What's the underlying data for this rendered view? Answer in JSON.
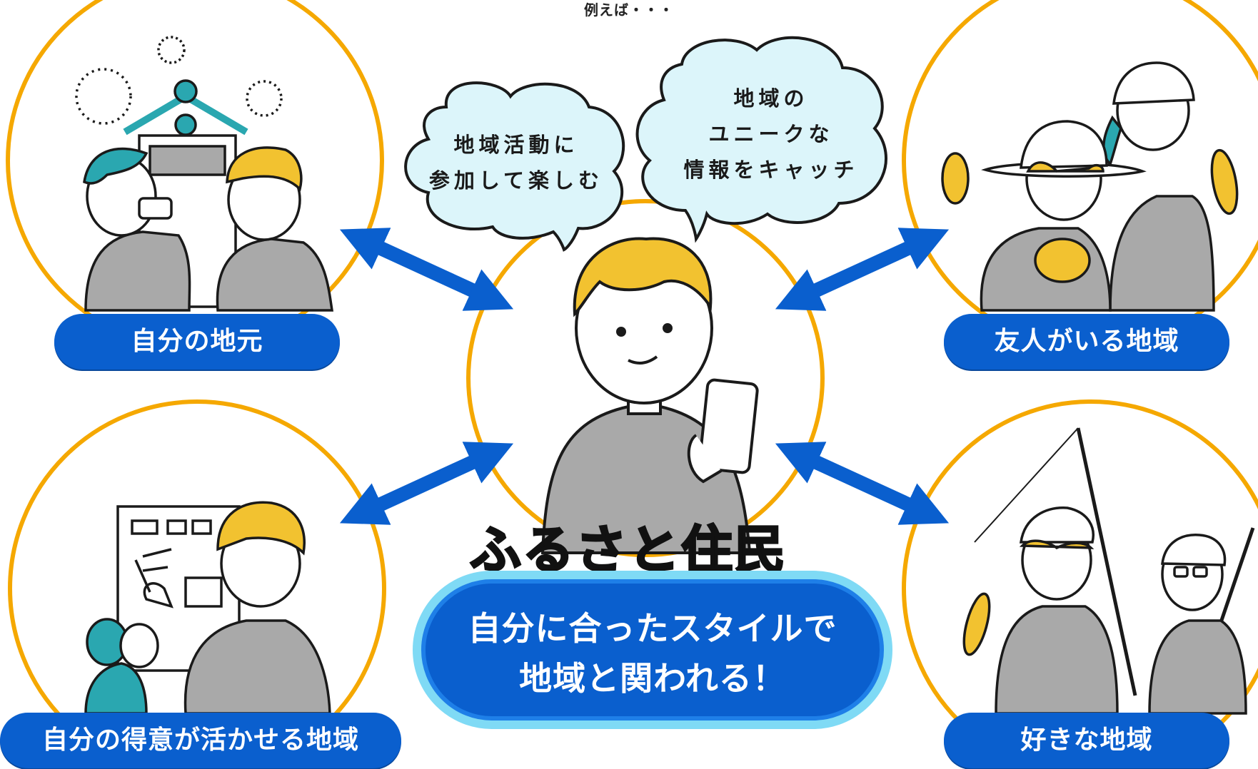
{
  "caption": "例えば・・・",
  "bubbles": {
    "left": {
      "line1": "地域活動に",
      "line2": "参加して楽しむ"
    },
    "right": {
      "line1": "地域の",
      "line2": "ユニークな",
      "line3": "情報をキャッチ"
    }
  },
  "center": {
    "title": "ふるさと住民",
    "tagline_line1": "自分に合ったスタイルで",
    "tagline_line2": "地域と関われる！"
  },
  "regions": {
    "hometown": "自分の地元",
    "friends": "友人がいる地域",
    "skills": "自分の得意が活かせる地域",
    "favorite": "好きな地域"
  },
  "colors": {
    "accent_blue": "#0a5fce",
    "ring_orange": "#f5a800",
    "hair_yellow": "#f2c230",
    "shirt_gray": "#a9a9a9",
    "bubble_fill": "#dcf5fa",
    "teal": "#2aa7b0"
  }
}
